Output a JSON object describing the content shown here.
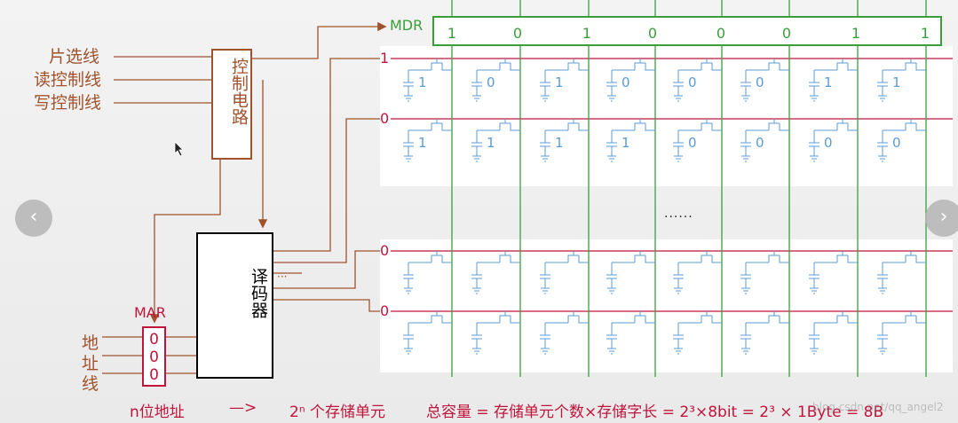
{
  "signals": {
    "chip_select": "片选线",
    "read_ctrl": "读控制线",
    "write_ctrl": "写控制线"
  },
  "control_circuit": {
    "label": "控制电路"
  },
  "decoder": {
    "label": "译码器",
    "dots": "···"
  },
  "mar": {
    "label": "MAR",
    "bits": [
      "0",
      "0",
      "0"
    ],
    "address_label": [
      "地",
      "址",
      "线"
    ]
  },
  "mdr": {
    "label": "MDR",
    "bits": [
      "1",
      "0",
      "1",
      "0",
      "0",
      "0",
      "1",
      "1"
    ]
  },
  "rows": [
    {
      "select": "1",
      "cells": [
        "1",
        "0",
        "1",
        "0",
        "0",
        "0",
        "1",
        "1"
      ]
    },
    {
      "select": "0",
      "cells": [
        "1",
        "1",
        "1",
        "1",
        "0",
        "0",
        "0",
        "0"
      ]
    },
    {
      "select": "0",
      "cells": [
        "",
        "",
        "",
        "",
        "",
        "",
        "",
        ""
      ]
    },
    {
      "select": "0",
      "cells": [
        "",
        "",
        "",
        "",
        "",
        "",
        "",
        ""
      ]
    }
  ],
  "ellipsis": "......",
  "formula": {
    "n_bits": "n位地址",
    "arrow": "—>",
    "units": "2ⁿ 个存储单元",
    "total": "总容量 = 存储单元个数×存储字长 = 2³×8bit = 2³ × 1Byte = 8B"
  },
  "watermark": "blog.csdn.net/qq_angel2",
  "nav": {
    "prev": "‹",
    "next": "›"
  },
  "colors": {
    "control": "#a0522d",
    "select_line": "#c0143c",
    "bit_line": "#3a9e3a",
    "cell": "#5b9bd5"
  }
}
